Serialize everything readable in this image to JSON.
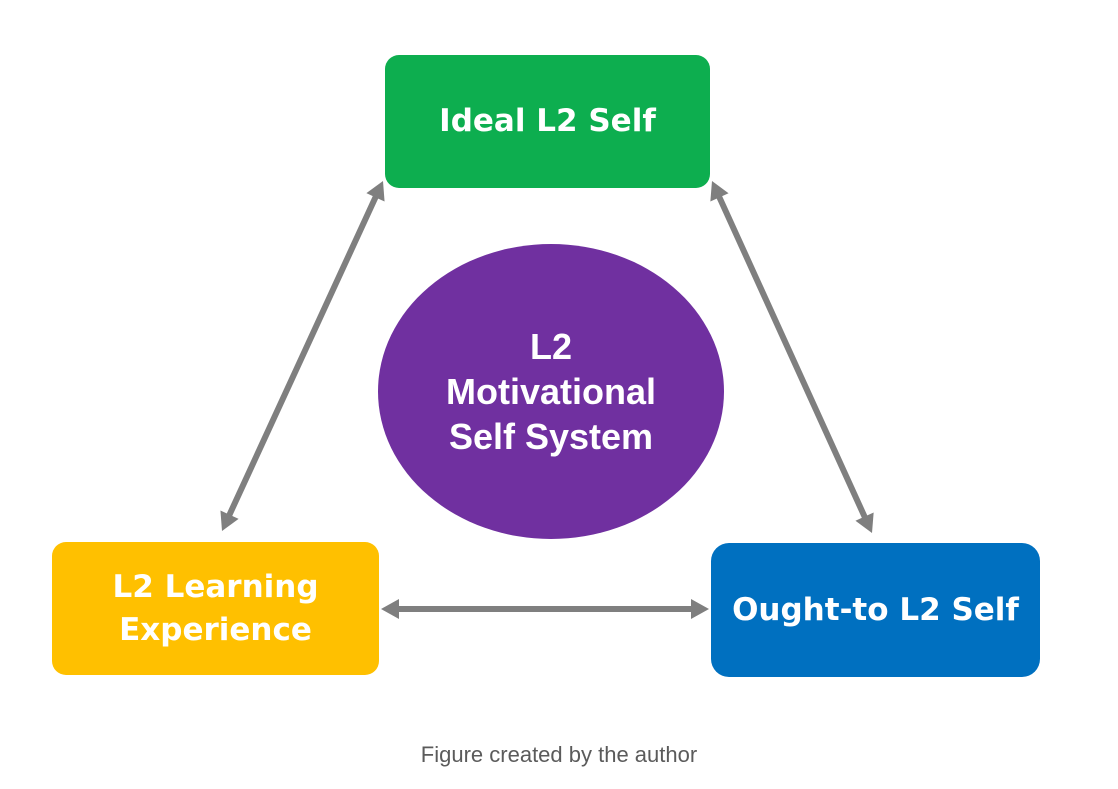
{
  "diagram": {
    "nodes": {
      "ideal": {
        "label": "Ideal L2 Self",
        "color": "#0dae4f"
      },
      "learning": {
        "label": "L2 Learning\nExperience",
        "color": "#ffc000"
      },
      "ought": {
        "label": "Ought-to L2 Self",
        "color": "#0070c0"
      },
      "center": {
        "label": "L2\nMotivational\nSelf System",
        "color": "#7030a0"
      }
    },
    "edges": [
      {
        "from": "ideal",
        "to": "learning",
        "direction": "both"
      },
      {
        "from": "ideal",
        "to": "ought",
        "direction": "both"
      },
      {
        "from": "learning",
        "to": "ought",
        "direction": "both"
      }
    ],
    "arrow_color": "#7f7f7f"
  },
  "caption": "Figure created by the author"
}
